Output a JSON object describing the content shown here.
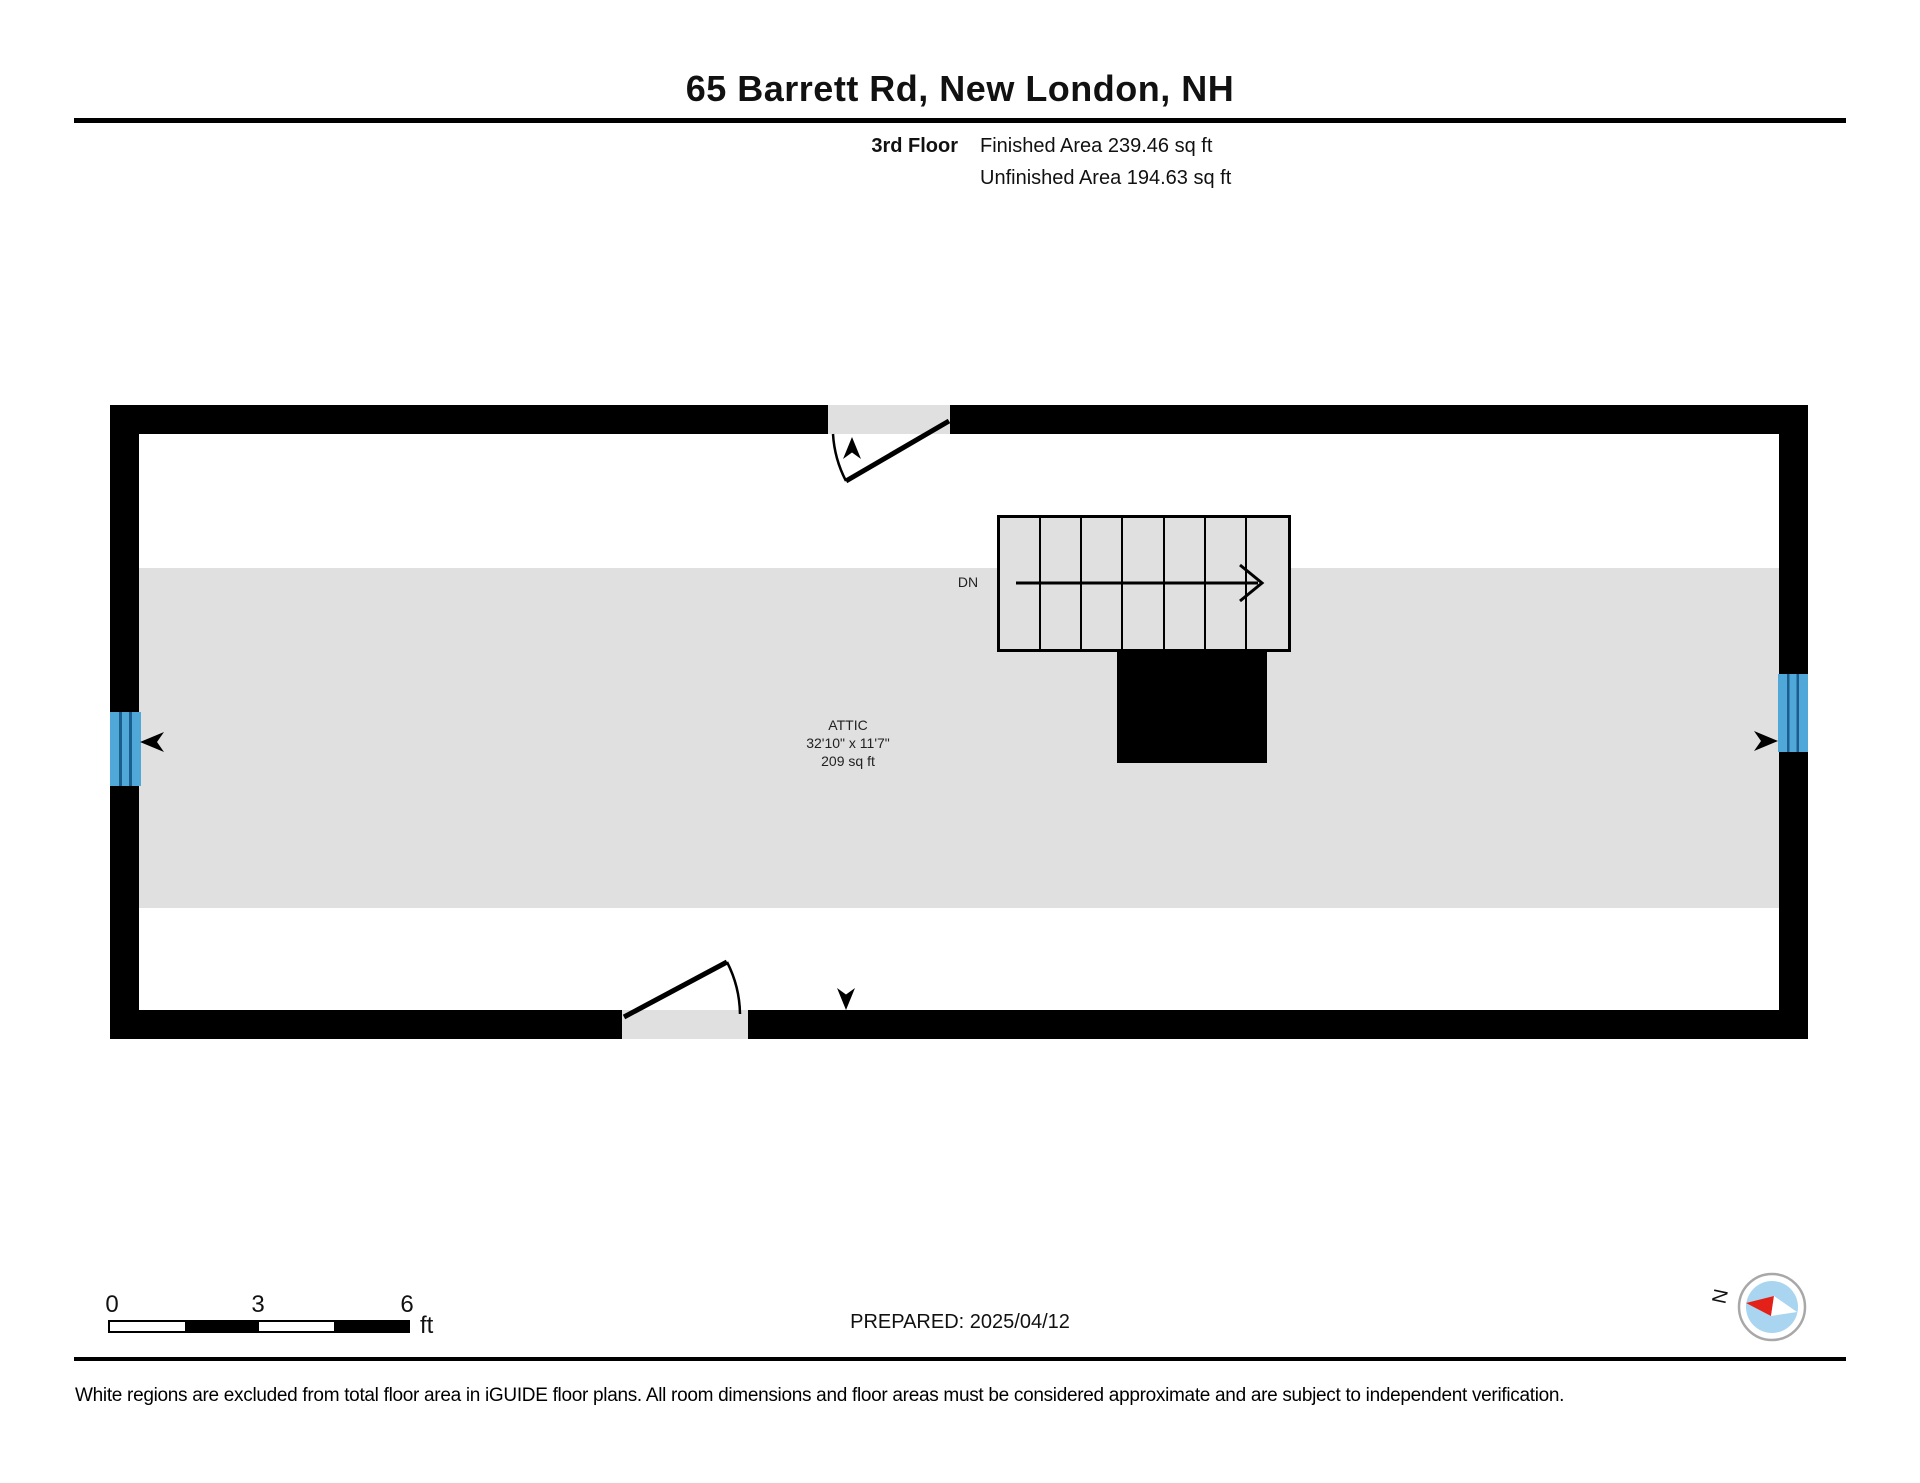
{
  "header": {
    "title": "65 Barrett Rd, New London, NH",
    "floor_label": "3rd Floor",
    "finished_area": "Finished Area 239.46 sq ft",
    "unfinished_area": "Unfinished Area 194.63 sq ft"
  },
  "plan": {
    "room": {
      "name": "ATTIC",
      "dimensions": "32'10\" x 11'7\"",
      "area": "209 sq ft"
    },
    "stair_direction": "DN"
  },
  "footer": {
    "scale_ticks": [
      "0",
      "3",
      "6"
    ],
    "scale_unit": "ft",
    "prepared": "PREPARED: 2025/04/12",
    "compass_north": "N",
    "disclaimer": "White regions are excluded from total floor area in iGUIDE floor plans. All room dimensions and floor areas must be considered approximate and are subject to independent verification."
  },
  "colors": {
    "wall": "#000000",
    "unfinished_fill": "#e0e0e0",
    "window": "#4fa8d8",
    "window_frame": "#1b5e8e",
    "compass_fill": "#a9d5f0",
    "compass_needle_red": "#e32119"
  }
}
